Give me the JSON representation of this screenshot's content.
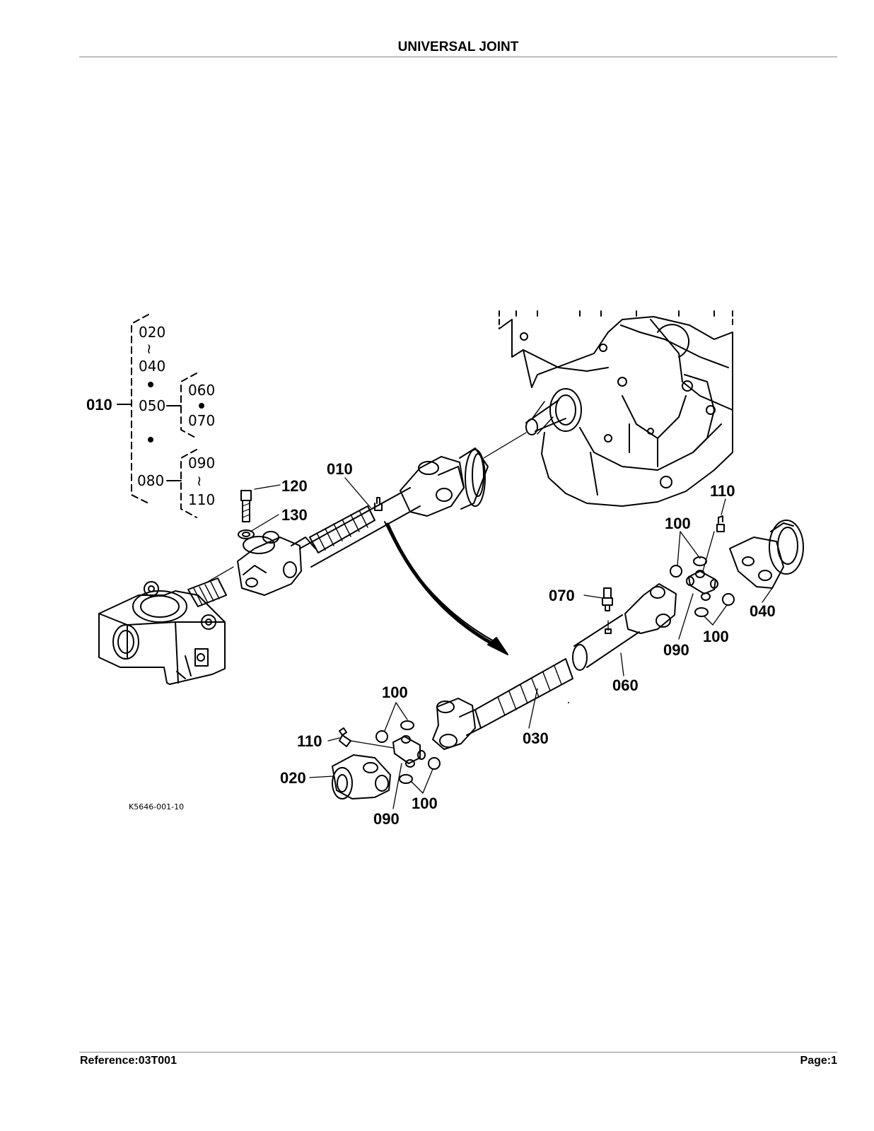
{
  "header": {
    "title": "UNIVERSAL JOINT"
  },
  "footer": {
    "reference": "Reference:03T001",
    "page": "Page:1"
  },
  "diagram": {
    "drawing_code": "K5646-001-10",
    "tree": {
      "root": "010",
      "group_a_start": "020",
      "group_a_tilde": "≀",
      "group_a_end": "040",
      "mid": "050",
      "mid_sub_start": "060",
      "mid_sub_end": "070",
      "last": "080",
      "last_sub_start": "090",
      "last_sub_tilde": "≀",
      "last_sub_end": "110"
    },
    "callouts": {
      "bolt": "120",
      "washer": "130",
      "shaft_assembly": "010",
      "yoke_right": "040",
      "grease_right": "110",
      "cups_right_top": "100",
      "cups_right_bottom": "100",
      "cross_right": "090",
      "nipple_upper": "070",
      "tube": "060",
      "shaft_inner": "030",
      "cups_left_top": "100",
      "grease_left": "110",
      "yoke_left": "020",
      "cross_left": "090",
      "cups_left_bottom": "100"
    }
  }
}
